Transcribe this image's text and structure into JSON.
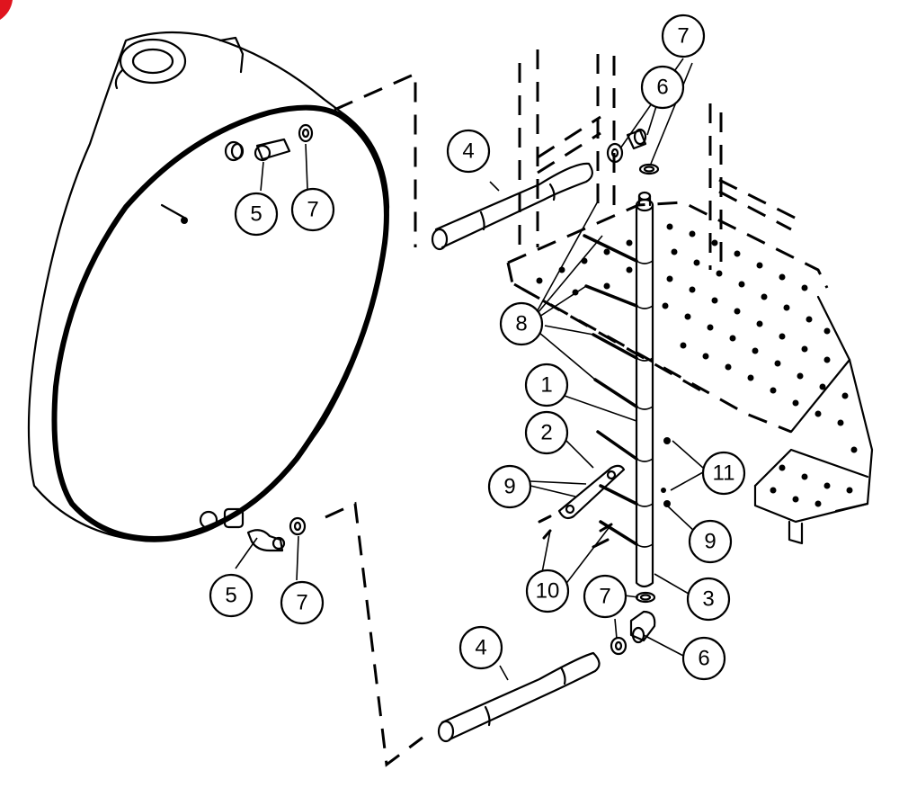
{
  "callouts": [
    {
      "id": "c1",
      "label": "1"
    },
    {
      "id": "c2",
      "label": "2"
    },
    {
      "id": "c3",
      "label": "3"
    },
    {
      "id": "c4a",
      "label": "4"
    },
    {
      "id": "c4b",
      "label": "4"
    },
    {
      "id": "c5a",
      "label": "5"
    },
    {
      "id": "c5b",
      "label": "5"
    },
    {
      "id": "c6a",
      "label": "6"
    },
    {
      "id": "c6b",
      "label": "6"
    },
    {
      "id": "c7a",
      "label": "7"
    },
    {
      "id": "c7b",
      "label": "7"
    },
    {
      "id": "c7c",
      "label": "7"
    },
    {
      "id": "c7d",
      "label": "7"
    },
    {
      "id": "c8",
      "label": "8"
    },
    {
      "id": "c9a",
      "label": "9"
    },
    {
      "id": "c9b",
      "label": "9"
    },
    {
      "id": "c10",
      "label": "10"
    },
    {
      "id": "c11",
      "label": "11"
    }
  ],
  "colors": {
    "line": "#000000",
    "background": "#ffffff",
    "corner_badge": "#e0141e"
  }
}
